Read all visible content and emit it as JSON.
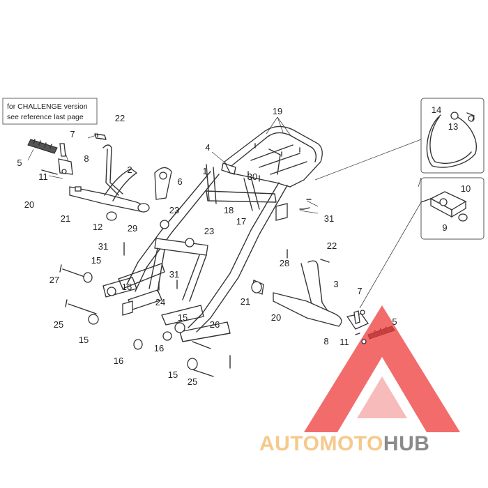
{
  "note": {
    "line1": "for CHALLENGE version",
    "line2": "see reference last page"
  },
  "watermark": {
    "part1": "AUTO",
    "part2": "MOTO",
    "part3": "HUB",
    "color_light": "#f5c98c",
    "color_dark": "#8a8a8a",
    "logo_color": "#ee3b3b"
  },
  "callouts": [
    {
      "id": "c1",
      "text": "1"
    },
    {
      "id": "c2",
      "text": "2"
    },
    {
      "id": "c3",
      "text": "3"
    },
    {
      "id": "c4",
      "text": "4"
    },
    {
      "id": "c5a",
      "text": "5"
    },
    {
      "id": "c5b",
      "text": "5"
    },
    {
      "id": "c6",
      "text": "6"
    },
    {
      "id": "c7a",
      "text": "7"
    },
    {
      "id": "c7b",
      "text": "7"
    },
    {
      "id": "c8a",
      "text": "8"
    },
    {
      "id": "c8b",
      "text": "8"
    },
    {
      "id": "c9",
      "text": "9"
    },
    {
      "id": "c10",
      "text": "10"
    },
    {
      "id": "c11a",
      "text": "11"
    },
    {
      "id": "c11b",
      "text": "11"
    },
    {
      "id": "c12",
      "text": "12"
    },
    {
      "id": "c13",
      "text": "13"
    },
    {
      "id": "c14",
      "text": "14"
    },
    {
      "id": "c15a",
      "text": "15"
    },
    {
      "id": "c15b",
      "text": "15"
    },
    {
      "id": "c15c",
      "text": "15"
    },
    {
      "id": "c15d",
      "text": "15"
    },
    {
      "id": "c16a",
      "text": "16"
    },
    {
      "id": "c16b",
      "text": "16"
    },
    {
      "id": "c16c",
      "text": "16"
    },
    {
      "id": "c17",
      "text": "17"
    },
    {
      "id": "c18",
      "text": "18"
    },
    {
      "id": "c19",
      "text": "19"
    },
    {
      "id": "c20a",
      "text": "20"
    },
    {
      "id": "c20b",
      "text": "20"
    },
    {
      "id": "c21a",
      "text": "21"
    },
    {
      "id": "c21b",
      "text": "21"
    },
    {
      "id": "c22a",
      "text": "22"
    },
    {
      "id": "c22b",
      "text": "22"
    },
    {
      "id": "c23a",
      "text": "23"
    },
    {
      "id": "c23b",
      "text": "23"
    },
    {
      "id": "c24",
      "text": "24"
    },
    {
      "id": "c25a",
      "text": "25"
    },
    {
      "id": "c25b",
      "text": "25"
    },
    {
      "id": "c26",
      "text": "26"
    },
    {
      "id": "c27",
      "text": "27"
    },
    {
      "id": "c28",
      "text": "28"
    },
    {
      "id": "c29",
      "text": "29"
    },
    {
      "id": "c30",
      "text": "30"
    },
    {
      "id": "c31a",
      "text": "31"
    },
    {
      "id": "c31b",
      "text": "31"
    },
    {
      "id": "c31c",
      "text": "31"
    }
  ]
}
